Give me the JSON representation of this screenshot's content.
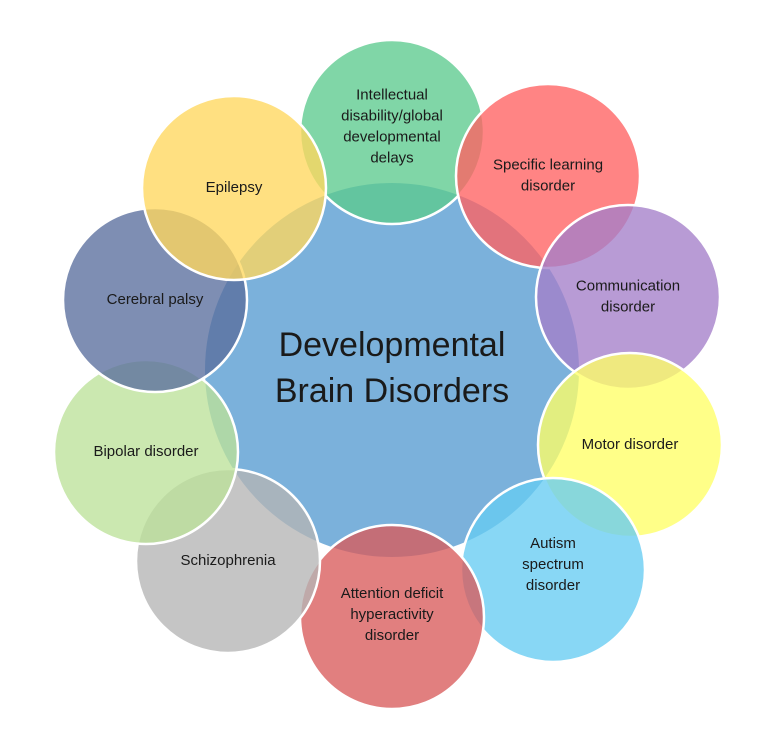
{
  "diagram": {
    "center": {
      "lines": [
        "Developmental",
        "Brain Disorders"
      ],
      "fill": "#7BB1DB"
    },
    "nodes": [
      {
        "id": "intellectual",
        "lines": [
          "Intellectual",
          "disability/global",
          "developmental",
          "delays"
        ],
        "fill": "#5CCB8E"
      },
      {
        "id": "learning",
        "lines": [
          "Specific learning",
          "disorder"
        ],
        "fill": "#FF6262"
      },
      {
        "id": "communication",
        "lines": [
          "Communication",
          "disorder"
        ],
        "fill": "#A47FC9"
      },
      {
        "id": "motor",
        "lines": [
          "Motor disorder"
        ],
        "fill": "#FFFF66"
      },
      {
        "id": "autism",
        "lines": [
          "Autism",
          "spectrum",
          "disorder"
        ],
        "fill": "#66CCF2"
      },
      {
        "id": "adhd",
        "lines": [
          "Attention deficit",
          "hyperactivity",
          "disorder"
        ],
        "fill": "#D95B5B"
      },
      {
        "id": "schizophrenia",
        "lines": [
          "Schizophrenia"
        ],
        "fill": "#B5B5B5"
      },
      {
        "id": "bipolar",
        "lines": [
          "Bipolar disorder"
        ],
        "fill": "#BDE29A"
      },
      {
        "id": "cerebral",
        "lines": [
          "Cerebral palsy"
        ],
        "fill": "#5A6E9E"
      },
      {
        "id": "epilepsy",
        "lines": [
          "Epilepsy"
        ],
        "fill": "#FFD75E"
      }
    ]
  }
}
